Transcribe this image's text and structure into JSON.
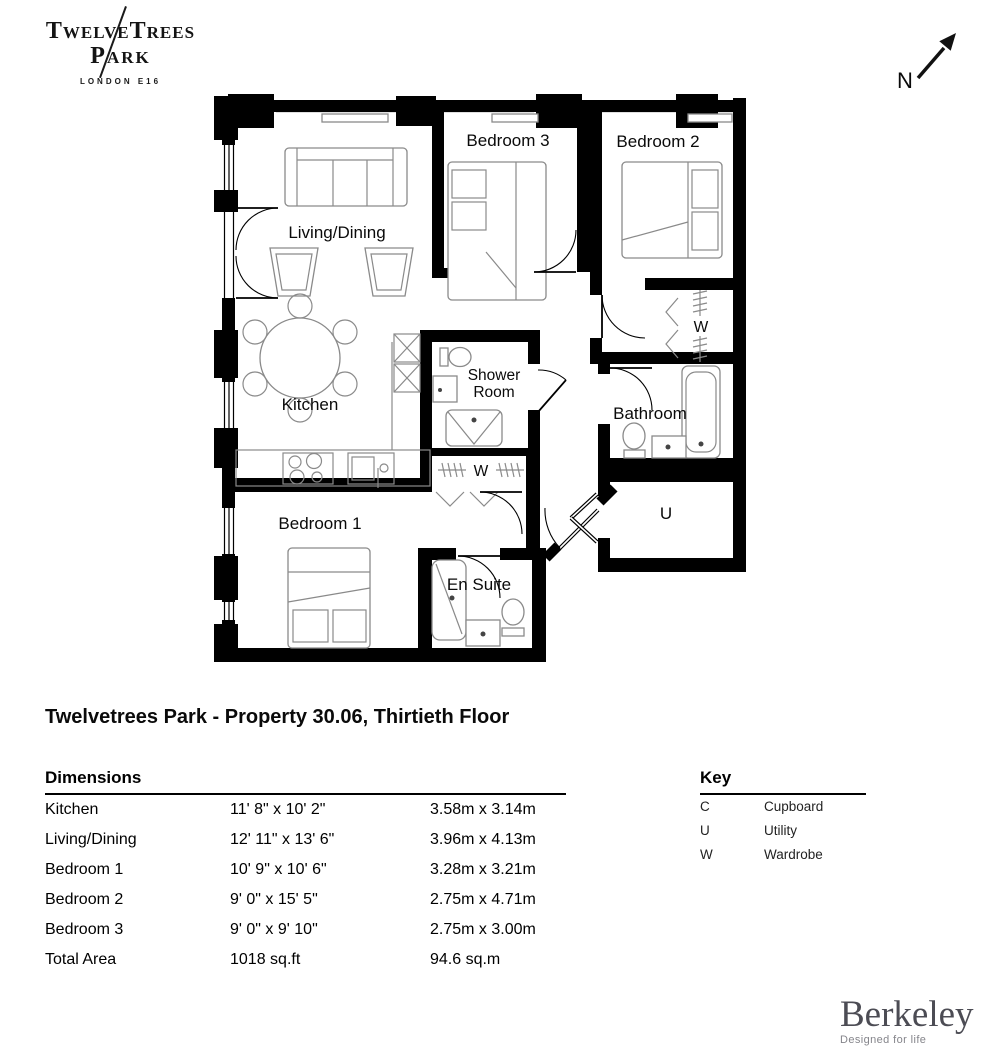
{
  "branding": {
    "logo_line1": "TwelveTrees",
    "logo_line2": "Park",
    "logo_subtitle": "LONDON E16",
    "developer": "Berkeley",
    "developer_tagline": "Designed for life"
  },
  "compass": {
    "label": "N"
  },
  "floor_plan": {
    "rooms": {
      "living_dining": "Living/Dining",
      "kitchen": "Kitchen",
      "bedroom1": "Bedroom 1",
      "bedroom2": "Bedroom 2",
      "bedroom3": "Bedroom 3",
      "shower_room_line1": "Shower",
      "shower_room_line2": "Room",
      "bathroom": "Bathroom",
      "en_suite": "En Suite",
      "utility": "U",
      "wardrobe": "W"
    }
  },
  "title": "Twelvetrees Park - Property 30.06, Thirtieth Floor",
  "dimensions": {
    "heading": "Dimensions",
    "rows": [
      {
        "room": "Kitchen",
        "imperial": "11' 8\" x 10' 2\"",
        "metric": "3.58m x 3.14m"
      },
      {
        "room": "Living/Dining",
        "imperial": "12' 11\" x 13' 6\"",
        "metric": "3.96m x 4.13m"
      },
      {
        "room": "Bedroom 1",
        "imperial": "10' 9\" x 10' 6\"",
        "metric": "3.28m x 3.21m"
      },
      {
        "room": "Bedroom 2",
        "imperial": "9' 0\" x 15' 5\"",
        "metric": "2.75m x 4.71m"
      },
      {
        "room": "Bedroom 3",
        "imperial": "9' 0\" x 9' 10\"",
        "metric": "2.75m x 3.00m"
      },
      {
        "room": "Total Area",
        "imperial": "1018 sq.ft",
        "metric": "94.6 sq.m"
      }
    ]
  },
  "key": {
    "heading": "Key",
    "items": [
      {
        "symbol": "C",
        "label": "Cupboard"
      },
      {
        "symbol": "U",
        "label": "Utility"
      },
      {
        "symbol": "W",
        "label": "Wardrobe"
      }
    ]
  }
}
